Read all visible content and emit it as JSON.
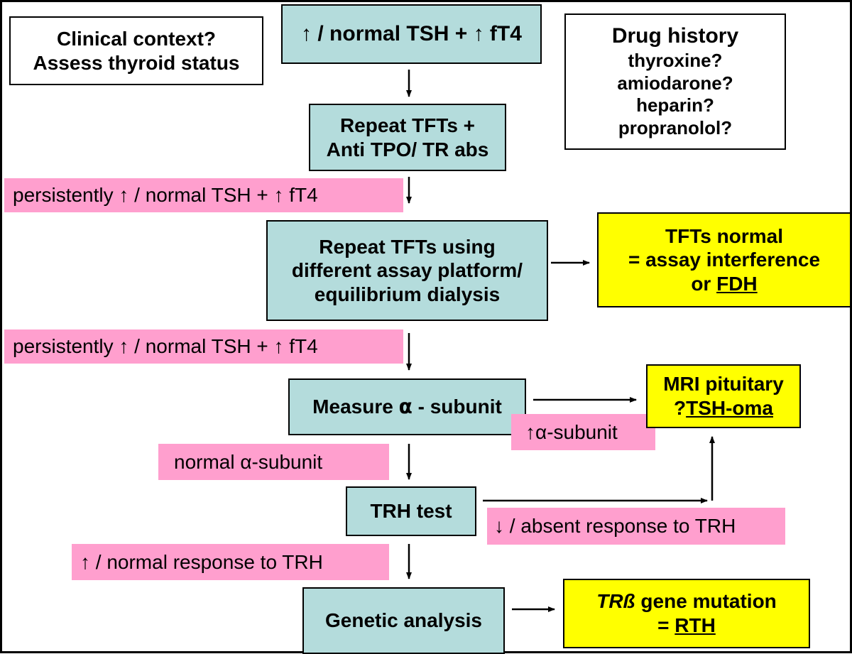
{
  "boxes": {
    "start": "↑ / normal TSH + ↑ fT4",
    "clinical": {
      "line1": "Clinical context?",
      "line2": "Assess thyroid status"
    },
    "drug": {
      "title": "Drug history",
      "items": [
        "thyroxine?",
        "amiodarone?",
        "heparin?",
        "propranolol?"
      ]
    },
    "repeat1": {
      "line1": "Repeat TFTs +",
      "line2": "Anti TPO/ TR abs"
    },
    "repeat2": {
      "line1": "Repeat TFTs using",
      "line2": "different assay platform/",
      "line3": "equilibrium dialysis"
    },
    "tfts_normal": {
      "line1": "TFTs normal",
      "line2": "= assay interference",
      "line3_prefix": "or ",
      "line3_link": "FDH"
    },
    "measure": {
      "prefix": "Measure ",
      "symbol": "α",
      "suffix": " - subunit"
    },
    "mri": {
      "line1": "MRI pituitary",
      "line2_prefix": "?",
      "line2_link": "TSH-oma"
    },
    "trh": "TRH test",
    "genetic": "Genetic analysis",
    "trb": {
      "gene": "TRß",
      "rest": " gene mutation",
      "line2_prefix": "= ",
      "line2_link": "RTH"
    }
  },
  "labels": {
    "persist1": "persistently ↑ / normal TSH + ↑ fT4",
    "persist2": "persistently ↑ / normal TSH + ↑ fT4",
    "alpha_up": "↑α-subunit",
    "alpha_normal": "normal α-subunit",
    "trh_absent": "↓ / absent response to TRH",
    "trh_normal": "↑ / normal response to TRH"
  },
  "colors": {
    "process_box": "#b4dcdc",
    "outcome_box": "#ffff00",
    "condition_label": "#ff9fce",
    "border": "#000000"
  }
}
